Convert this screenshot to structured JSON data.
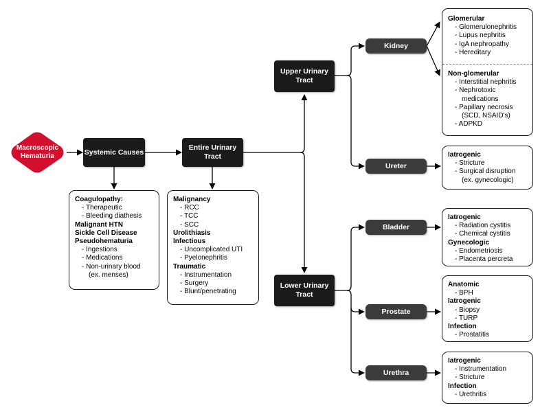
{
  "start": "Macroscopic Hematuria",
  "nodes": {
    "systemic": "Systemic Causes",
    "entire": "Entire Urinary Tract",
    "upper": "Upper Urinary Tract",
    "lower": "Lower Urinary Tract",
    "kidney": "Kidney",
    "ureter": "Ureter",
    "bladder": "Bladder",
    "prostate": "Prostate",
    "urethra": "Urethra"
  },
  "systemic_box": {
    "coag": "Coagulopathy:",
    "coag_items": [
      "Therapeutic",
      "Bleeding diathesis"
    ],
    "htn": "Malignant HTN",
    "scd": "Sickle Cell Disease",
    "pseudo": "Pseudohematuria",
    "pseudo_items": [
      "Ingestions",
      "Medications",
      "Non-urinary blood"
    ],
    "pseudo_cont": "(ex. menses)"
  },
  "entire_box": {
    "malignancy": "Malignancy",
    "malignancy_items": [
      "RCC",
      "TCC",
      "SCC"
    ],
    "urolithiasis": "Urolithiasis",
    "infectious": "Infectious",
    "infectious_items": [
      "Uncomplicated UTI",
      "Pyelonephritis"
    ],
    "traumatic": "Traumatic",
    "traumatic_items": [
      "Instrumentation",
      "Surgery",
      "Blunt/penetrating"
    ]
  },
  "kidney_box": {
    "glomerular": "Glomerular",
    "glomerular_items": [
      "Glomerulonephritis",
      "Lupus nephritis",
      "IgA nephropathy",
      "Hereditary"
    ],
    "nonglom": "Non-glomerular",
    "nonglom_items": [
      "Interstitial nephritis",
      "Nephrotoxic",
      "Papillary necrosis",
      "ADPKD"
    ],
    "nonglom_cont": [
      "medications",
      "(SCD, NSAID's)"
    ]
  },
  "ureter_box": {
    "iatrogenic": "Iatrogenic",
    "items": [
      "Stricture",
      "Surgical disruption"
    ],
    "cont": "(ex. gynecologic)"
  },
  "bladder_box": {
    "iatrogenic": "Iatrogenic",
    "iatrogenic_items": [
      "Radiation cystitis",
      "Chemical cystitis"
    ],
    "gyn": "Gynecologic",
    "gyn_items": [
      "Endometriosis",
      "Placenta percreta"
    ]
  },
  "prostate_box": {
    "anatomic": "Anatomic",
    "anatomic_items": [
      "BPH"
    ],
    "iatrogenic": "Iatrogenic",
    "iatrogenic_items": [
      "Biopsy",
      "TURP"
    ],
    "infection": "Infection",
    "infection_items": [
      "Prostatitis"
    ]
  },
  "urethra_box": {
    "iatrogenic": "Iatrogenic",
    "iatrogenic_items": [
      "Instrumentation",
      "Stricture"
    ],
    "infection": "Infection",
    "infection_items": [
      "Urethritis"
    ]
  }
}
